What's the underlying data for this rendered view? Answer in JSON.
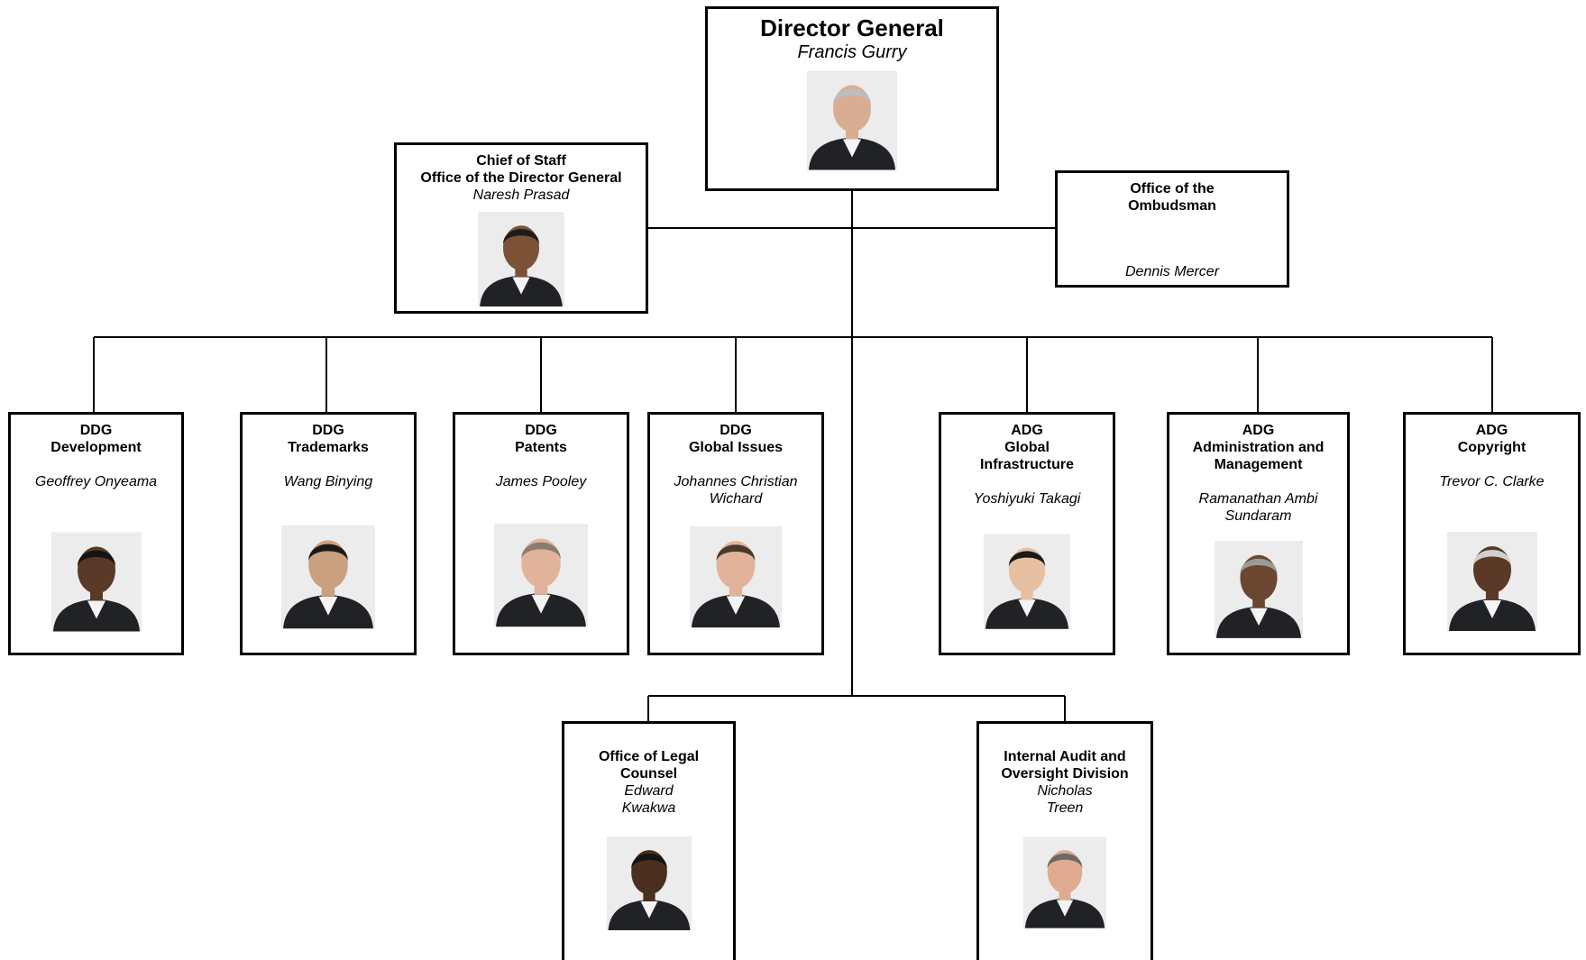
{
  "top": {
    "title": "Director General",
    "name": "Francis Gurry"
  },
  "chief": {
    "title": "Chief of Staff\nOffice of the Director General",
    "name": "Naresh Prasad"
  },
  "ombudsman": {
    "title": "Office of the\nOmbudsman",
    "name": "Dennis Mercer"
  },
  "units": [
    {
      "title": "DDG\nDevelopment",
      "name": "Geoffrey Onyeama"
    },
    {
      "title": "DDG\nTrademarks",
      "name": "Wang Binying"
    },
    {
      "title": "DDG\nPatents",
      "name": "James Pooley"
    },
    {
      "title": "DDG\nGlobal Issues",
      "name": "Johannes Christian\nWichard"
    },
    {
      "title": "ADG\nGlobal\nInfrastructure",
      "name": "Yoshiyuki Takagi"
    },
    {
      "title": "ADG\nAdministration and\nManagement",
      "name": "Ramanathan Ambi\nSundaram"
    },
    {
      "title": "ADG\nCopyright",
      "name": "Trevor C. Clarke"
    }
  ],
  "legal": {
    "title": "Office of Legal\nCounsel",
    "name": "Edward\nKwakwa"
  },
  "audit": {
    "title": "Internal Audit and\nOversight Division",
    "name": "Nicholas\nTreen"
  },
  "colors": {
    "line": "#000000",
    "border": "#000000",
    "photo_bg": "#ececec",
    "suit": "#202226",
    "shirt": "#f4f4f4"
  }
}
